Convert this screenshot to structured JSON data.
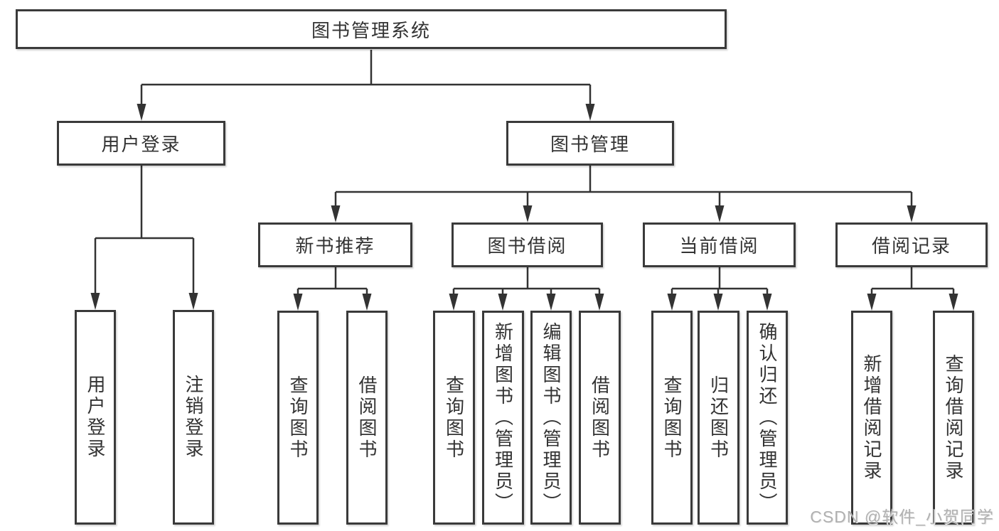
{
  "diagram": {
    "title": "图书管理系统",
    "watermark": "CSDN @软件_小贺同学",
    "colors": {
      "background": "#ffffff",
      "line": "#333333",
      "box_border": "#3a3a3a",
      "text": "#333333",
      "watermark": "#b0b0b0"
    },
    "tree": {
      "label": "图书管理系统",
      "children": [
        {
          "label": "用户登录",
          "children": [
            {
              "label": "用户登录"
            },
            {
              "label": "注销登录"
            }
          ]
        },
        {
          "label": "图书管理",
          "children": [
            {
              "label": "新书推荐",
              "children": [
                {
                  "label": "查询图书"
                },
                {
                  "label": "借阅图书"
                }
              ]
            },
            {
              "label": "图书借阅",
              "children": [
                {
                  "label": "查询图书"
                },
                {
                  "label": "新增图书（管理员）"
                },
                {
                  "label": "编辑图书（管理员）"
                },
                {
                  "label": "借阅图书"
                }
              ]
            },
            {
              "label": "当前借阅",
              "children": [
                {
                  "label": "查询图书"
                },
                {
                  "label": "归还图书"
                },
                {
                  "label": "确认归还（管理员）"
                }
              ]
            },
            {
              "label": "借阅记录",
              "children": [
                {
                  "label": "新增借阅记录"
                },
                {
                  "label": "查询借阅记录"
                }
              ]
            }
          ]
        }
      ]
    }
  }
}
